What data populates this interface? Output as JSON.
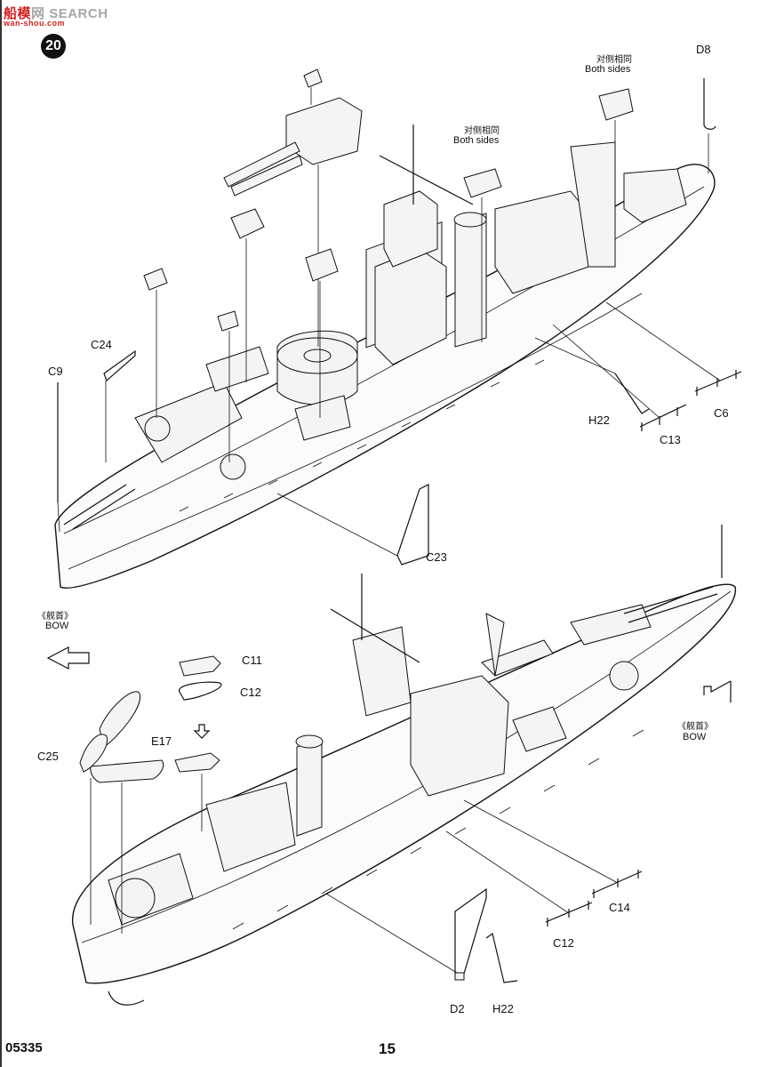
{
  "watermark": {
    "brand_a": "船",
    "brand_b": "模",
    "brand_c": "网",
    "brand_d": "SEARCH",
    "sub": "wan-shou.com"
  },
  "step_number": "20",
  "top_assembly": {
    "labels": {
      "d8": "D8",
      "both_sides_cn_1": "对侧相同",
      "both_sides_en_1": "Both sides",
      "both_sides_cn_2": "对侧相同",
      "both_sides_en_2": "Both sides",
      "c24": "C24",
      "c9": "C9",
      "h22": "H22",
      "c13": "C13",
      "c6": "C6",
      "c23": "C23"
    }
  },
  "bottom_assembly": {
    "labels": {
      "bow_left_cn": "《舰首》",
      "bow_left_en": "BOW",
      "bow_right_cn": "《舰首》",
      "bow_right_en": "BOW",
      "c11": "C11",
      "c12_top": "C12",
      "c25": "C25",
      "e17": "E17",
      "c14": "C14",
      "c12_bottom": "C12",
      "d2": "D2",
      "h22": "H22"
    }
  },
  "footer": {
    "product_code": "05335",
    "page_number": "15"
  }
}
